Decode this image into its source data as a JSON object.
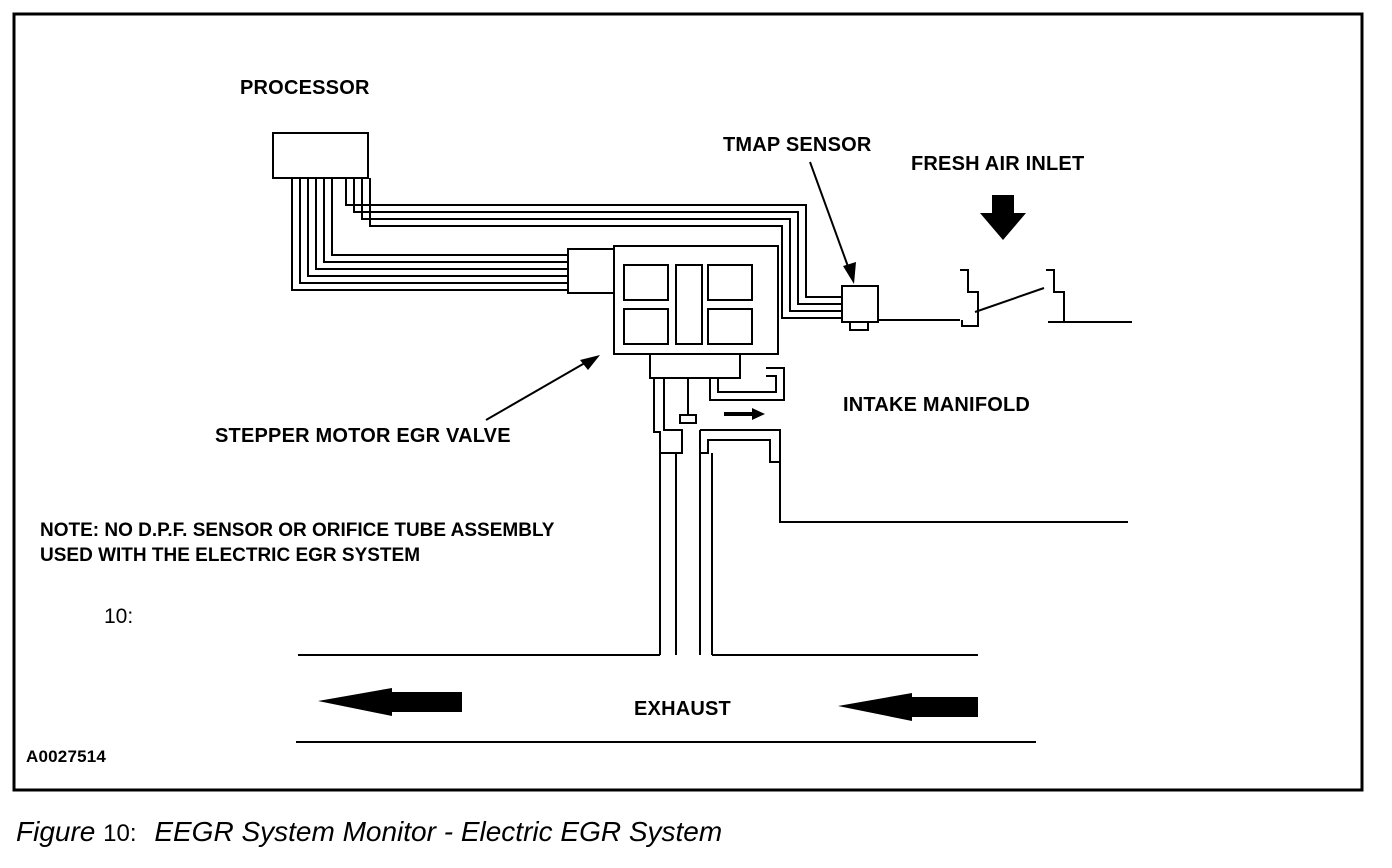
{
  "labels": {
    "processor": "PROCESSOR",
    "tmap_sensor": "TMAP SENSOR",
    "fresh_air_inlet": "FRESH AIR INLET",
    "intake_manifold": "INTAKE MANIFOLD",
    "stepper_motor_egr_valve": "STEPPER MOTOR EGR VALVE",
    "exhaust": "EXHAUST"
  },
  "note": {
    "line1": "NOTE: NO D.P.F. SENSOR OR ORIFICE TUBE ASSEMBLY",
    "line2": "USED WITH THE ELECTRIC EGR SYSTEM"
  },
  "figure_ref": "10:",
  "figure_id": "A0027514",
  "caption": {
    "prefix": "Figure",
    "number": "10:",
    "title": "EEGR System Monitor - Electric EGR System"
  }
}
